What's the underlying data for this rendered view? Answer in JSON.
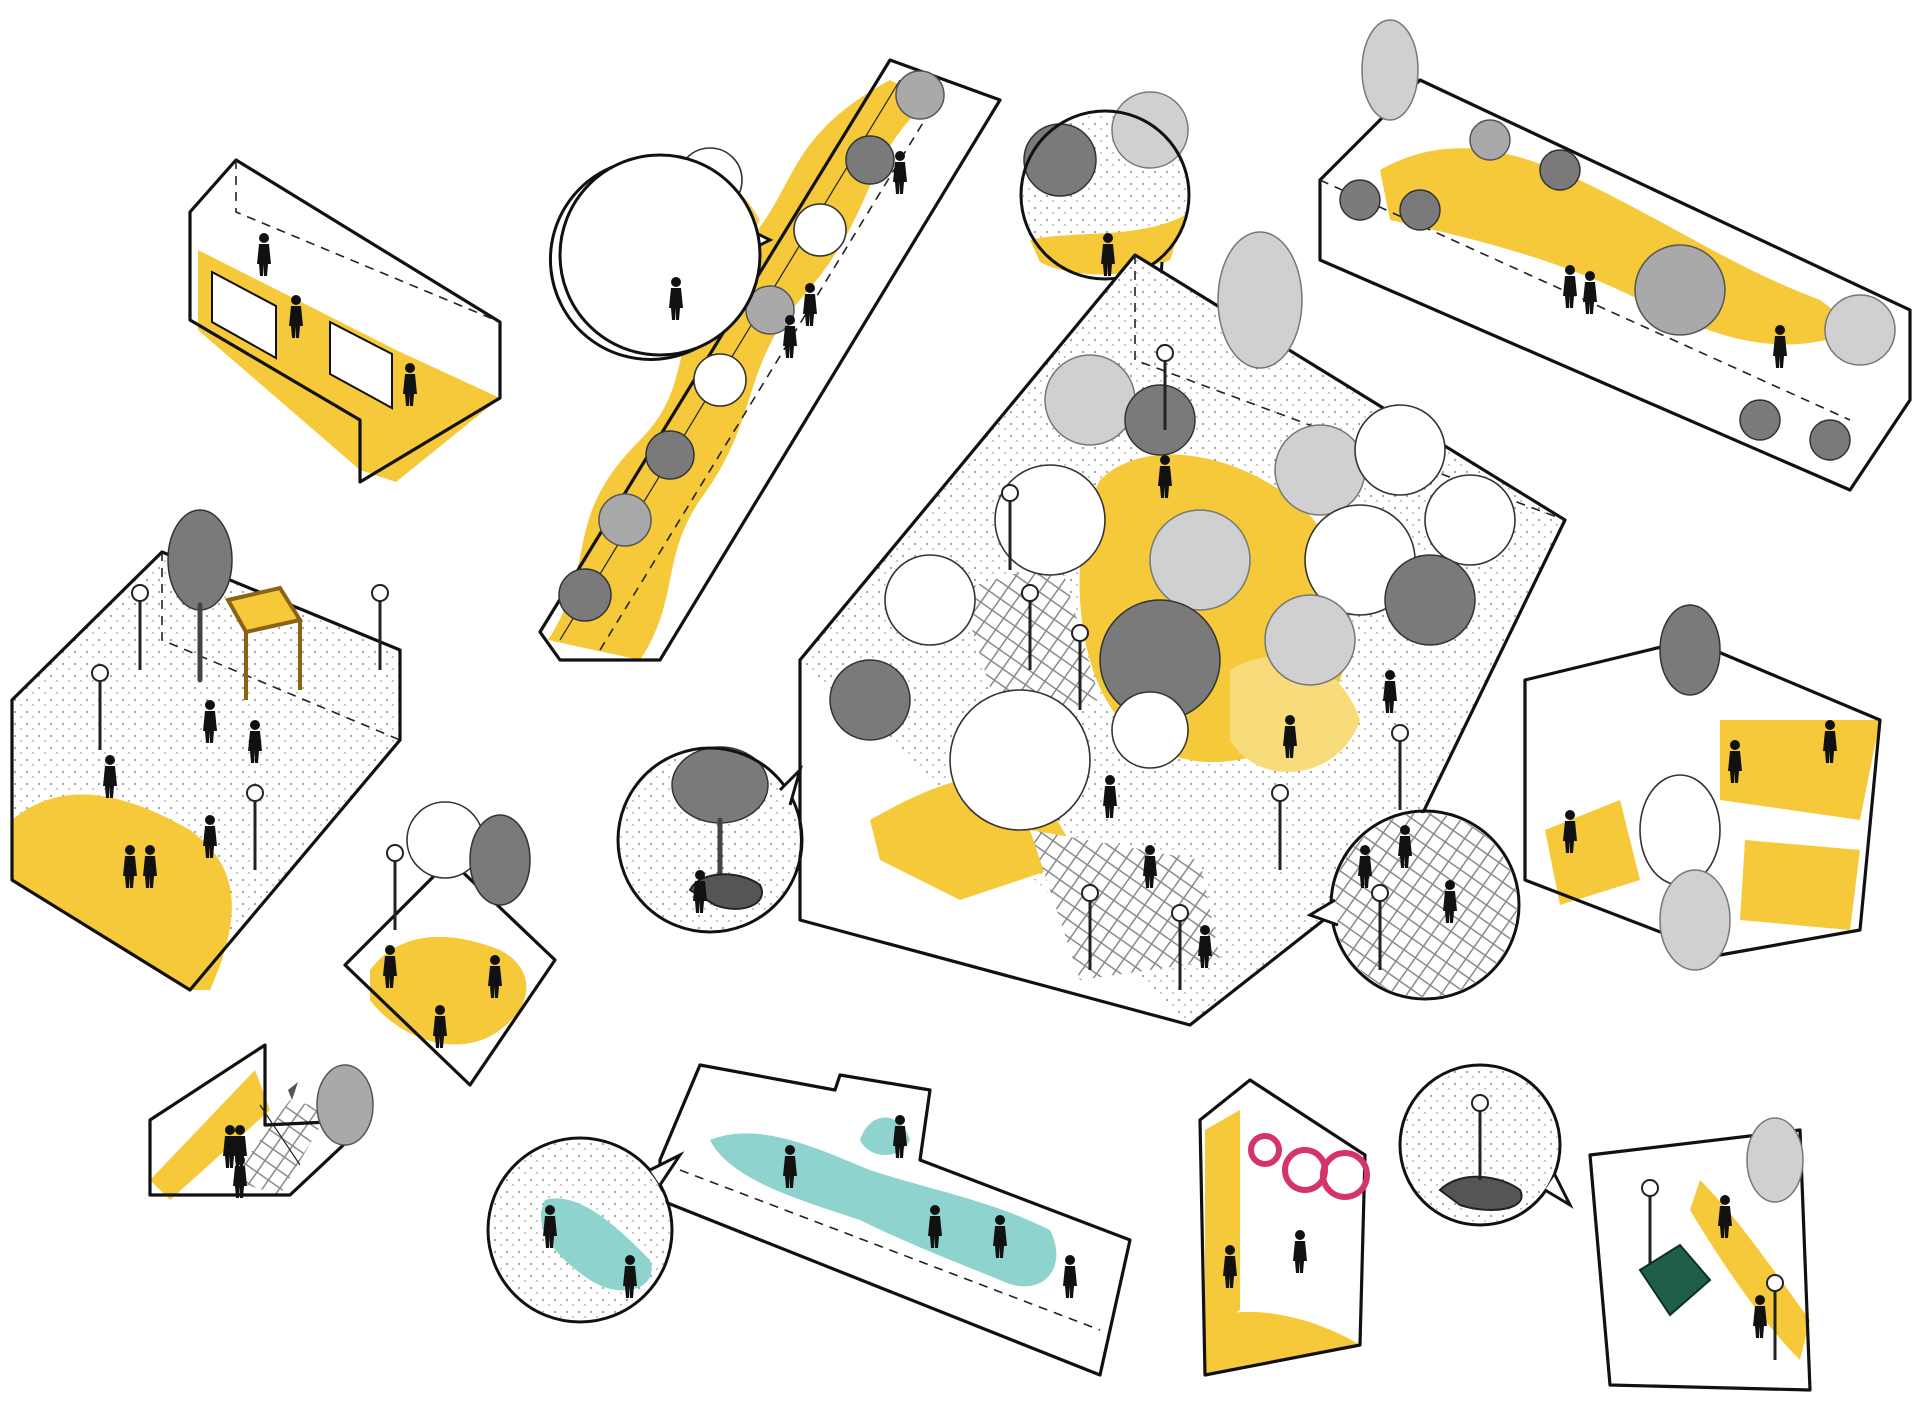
{
  "diagram": {
    "description_visible_text": [],
    "palette": {
      "accent_yellow": "#f5c93a",
      "pale_yellow": "#f8dc7c",
      "water_teal": "#8fd3cf",
      "play_pink": "#d6336c",
      "cube_green": "#1f5e4b",
      "tree_greys": [
        "#7a7a7a",
        "#a9a9a9",
        "#d0d0d0"
      ]
    },
    "vignettes": [
      "cafe-terrace",
      "linear-tree-promenade",
      "callout-bubble-promenade",
      "callout-bubble-lawn-edge",
      "tree-lined-garden",
      "plaza-with-pergola",
      "pocket-lawn",
      "central-park-block",
      "callout-bubble-planter-bench",
      "callout-bubble-mesh-paving",
      "courtyard-seating",
      "sidewalk-strip",
      "water-feature-street",
      "callout-bubble-water",
      "playground-rings",
      "callout-bubble-lamp-planter",
      "sculpture-cube-plaza"
    ]
  }
}
